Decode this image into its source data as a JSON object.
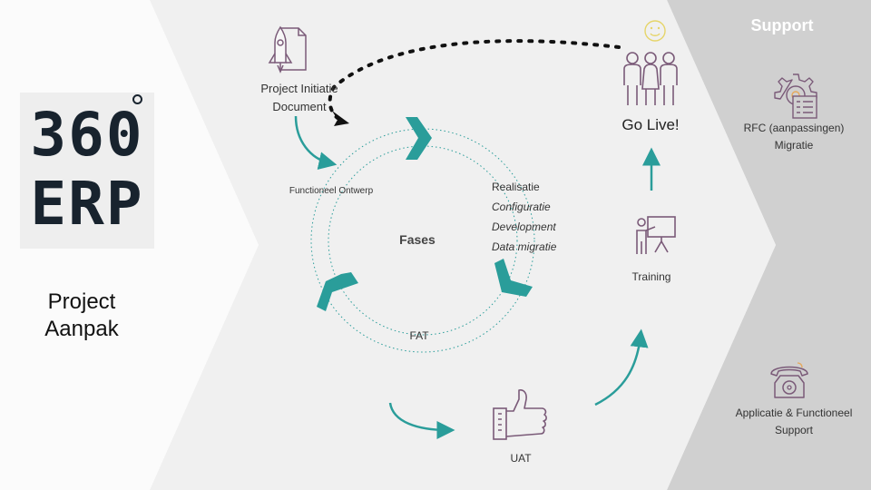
{
  "logo": {
    "line1": "360",
    "line2": "ERP"
  },
  "left_title": {
    "line1": "Project",
    "line2": "Aanpak"
  },
  "support_header": "Support",
  "fases_label": "Fases",
  "project_initiatie": {
    "line1": "Project Initiatie",
    "line2": "Document"
  },
  "functioneel_ontwerp": "Functioneel Ontwerp",
  "realisatie": {
    "title": "Realisatie",
    "items": [
      "Configuratie",
      "Development",
      "Data migratie"
    ]
  },
  "fat": "FAT",
  "uat": "UAT",
  "training": "Training",
  "go_live": "Go Live!",
  "rfc": {
    "line1": "RFC (aanpassingen)",
    "line2": "Migratie"
  },
  "support_item": {
    "line1": "Applicatie & Functioneel",
    "line2": "Support"
  },
  "colors": {
    "teal": "#2a9d9a",
    "purple": "#7a5a78",
    "support_panel": "#d0d0d0",
    "smiley": "#e6d56a"
  },
  "icons": [
    "rocket-document-icon",
    "thumbs-up-icon",
    "training-board-icon",
    "team-icon",
    "smiley-icon",
    "gear-settings-icon",
    "telephone-icon"
  ]
}
